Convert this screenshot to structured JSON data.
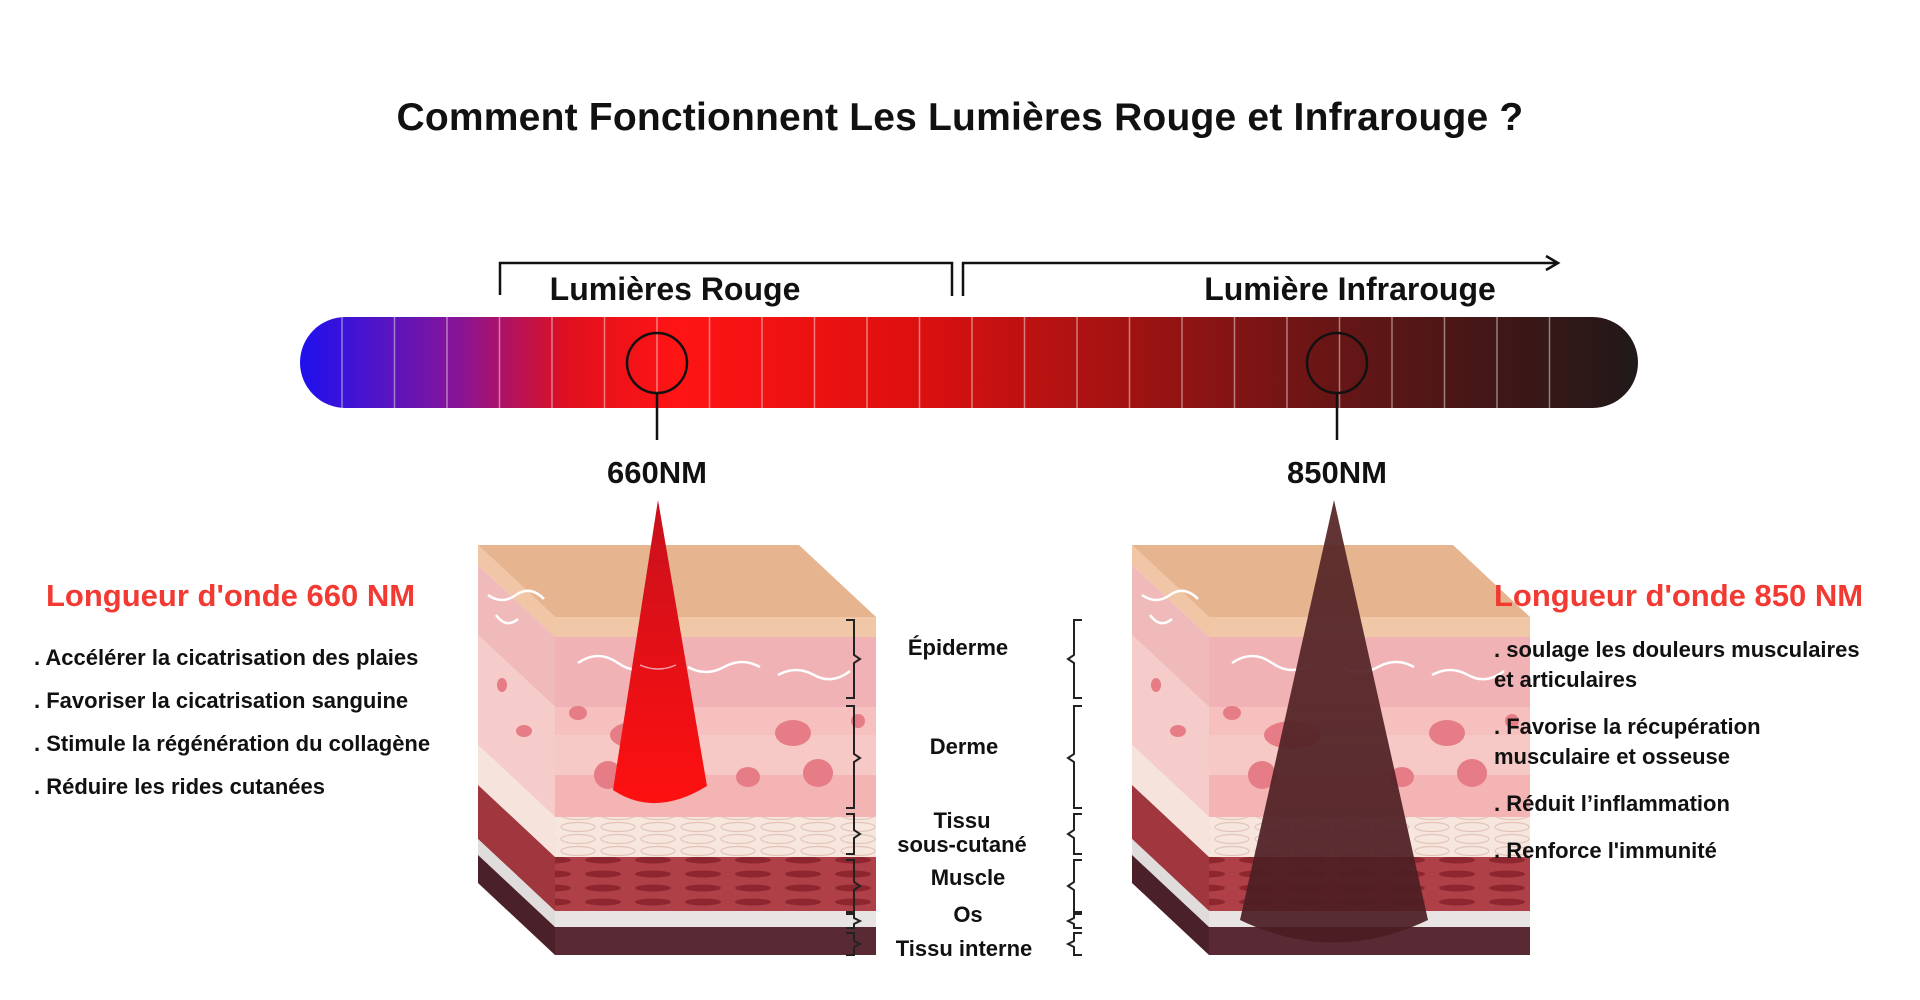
{
  "title": "Comment Fonctionnent Les Lumières Rouge et Infrarouge ?",
  "spectrum": {
    "red_label": "Lumières Rouge",
    "infrared_label": "Lumière Infrarouge",
    "marker_660": "660NM",
    "marker_850": "850NM",
    "colors": {
      "violet": "#1e10ee",
      "red": "#ff1010",
      "dark": "#231b1b"
    }
  },
  "left_panel": {
    "heading": "Longueur d'onde 660 NM",
    "items": [
      ". Accélérer la cicatrisation des plaies",
      ". Favoriser la cicatrisation sanguine",
      ". Stimule la régénération du collagène",
      ". Réduire les rides cutanées"
    ]
  },
  "right_panel": {
    "heading": "Longueur d'onde 850 NM",
    "items": [
      ". soulage les douleurs musculaires\n   et articulaires",
      ". Favorise la récupération\n  musculaire et osseuse",
      ". Réduit l’inflammation",
      ". Renforce l'immunité"
    ]
  },
  "layers": {
    "epidermis": "Épiderme",
    "dermis": "Derme",
    "subcutaneous": "Tissu\nsous-cutané",
    "muscle": "Muscle",
    "bone": "Os",
    "internal": "Tissu interne"
  },
  "accent_color": "#f23a33"
}
